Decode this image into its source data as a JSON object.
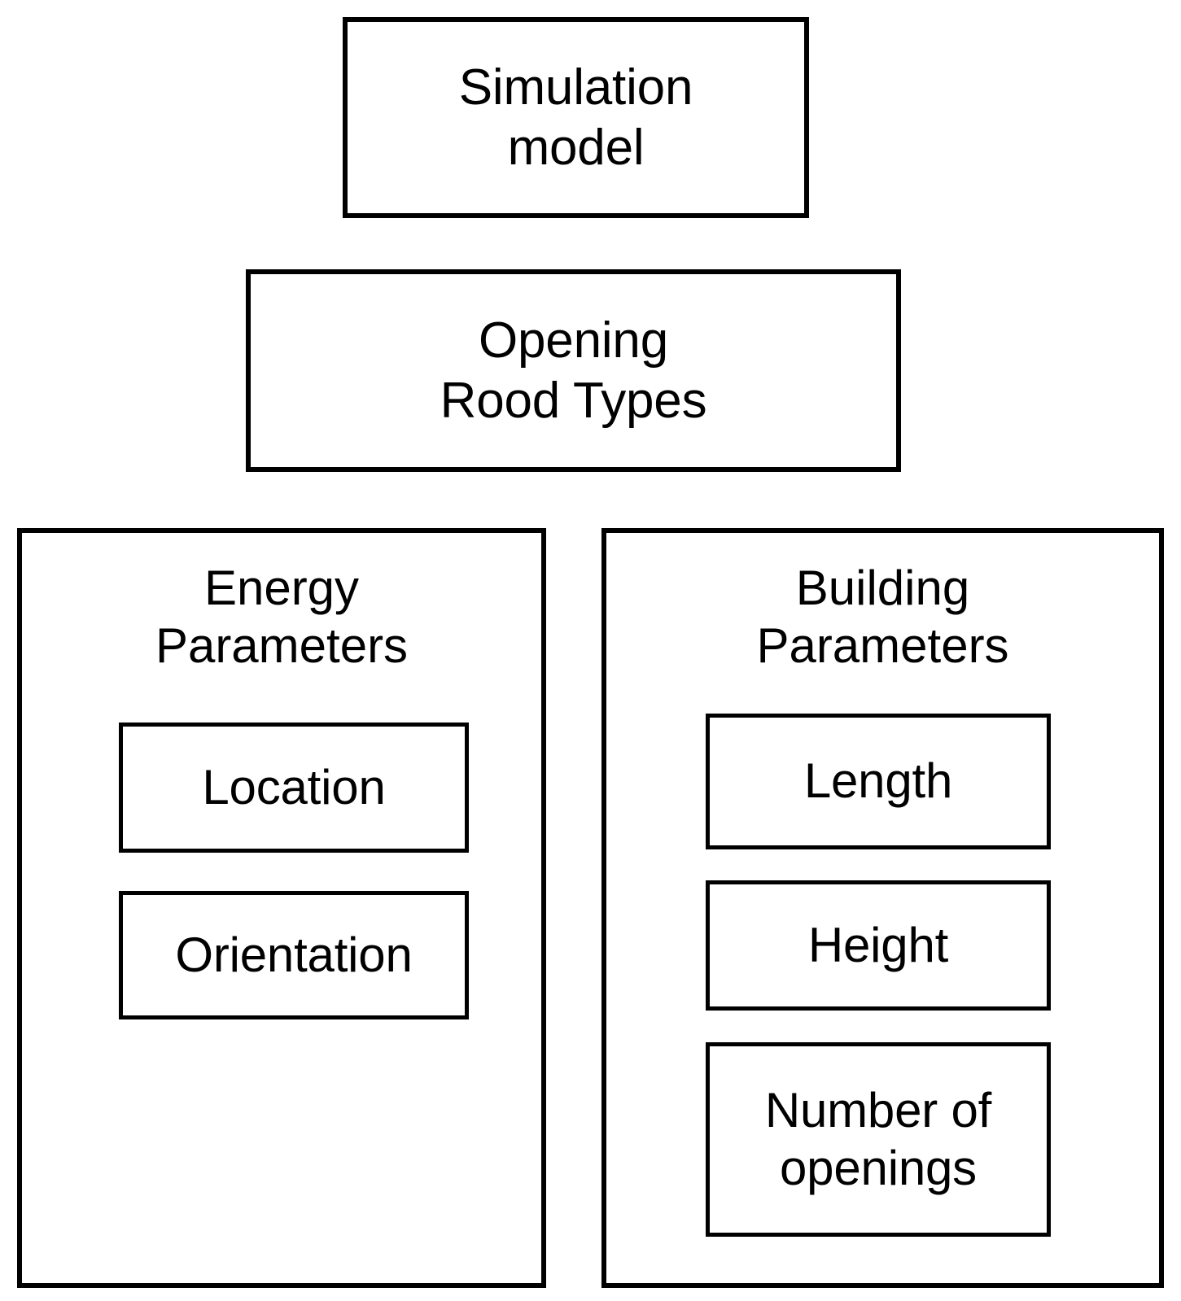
{
  "diagram": {
    "type": "block-hierarchy",
    "background_color": "#ffffff",
    "stroke_color": "#000000",
    "text_color": "#000000",
    "top_nodes": [
      {
        "id": "simulation-model",
        "label": "Simulation\nmodel"
      },
      {
        "id": "opening-roof-types",
        "label": "Opening\nRood Types"
      }
    ],
    "panels": [
      {
        "id": "energy-parameters",
        "title": "Energy\nParameters",
        "items": [
          {
            "id": "location",
            "label": "Location"
          },
          {
            "id": "orientation",
            "label": "Orientation"
          }
        ]
      },
      {
        "id": "building-parameters",
        "title": "Building\nParameters",
        "items": [
          {
            "id": "length",
            "label": "Length"
          },
          {
            "id": "height",
            "label": "Height"
          },
          {
            "id": "number-of-openings",
            "label": "Number of\nopenings"
          }
        ]
      }
    ]
  }
}
